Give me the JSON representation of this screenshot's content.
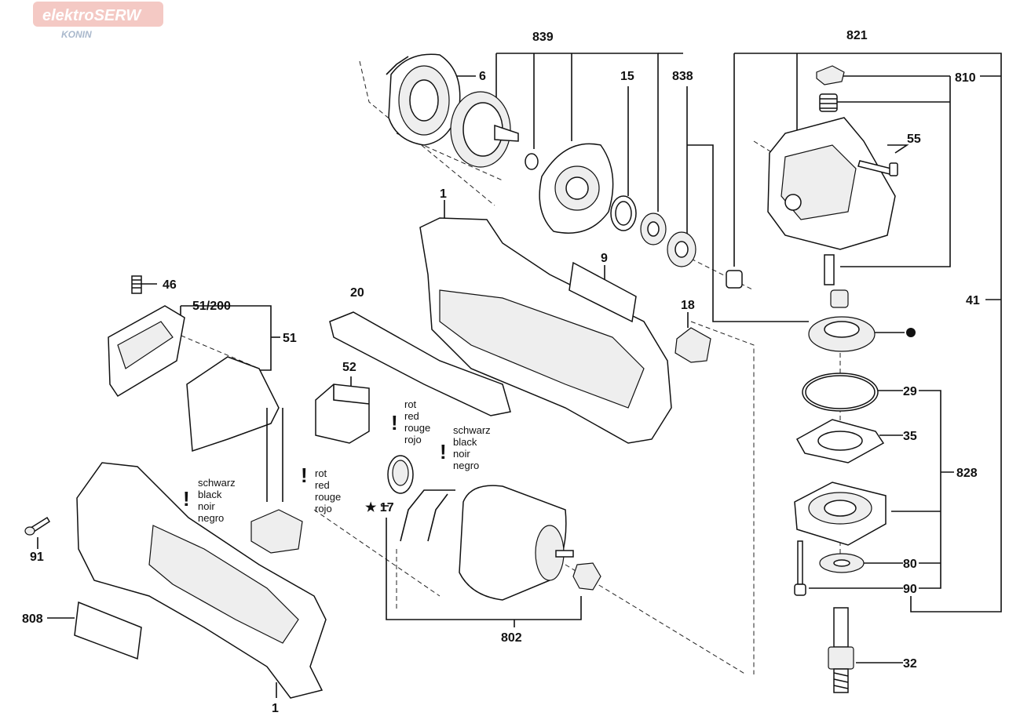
{
  "watermark": {
    "brand": "elektroSERW",
    "city": "KONIN"
  },
  "labels": {
    "l839": "839",
    "l6": "6",
    "l15": "15",
    "l838": "838",
    "l821": "821",
    "l810": "810",
    "l55": "55",
    "l1_top": "1",
    "l9": "9",
    "l20": "20",
    "l18": "18",
    "l46": "46",
    "l51_200": "51/200",
    "l51": "51",
    "l52": "52",
    "l41": "41",
    "l29": "29",
    "l35": "35",
    "l828": "828",
    "l17": "★ 17",
    "l80": "80",
    "l90": "90",
    "l91": "91",
    "l808": "808",
    "l802": "802",
    "l32": "32",
    "l1_bottom": "1"
  },
  "wire_notes": {
    "red_upper": [
      "rot",
      "red",
      "rouge",
      "rojo"
    ],
    "black_upper": [
      "schwarz",
      "black",
      "noir",
      "negro"
    ],
    "black_lower": [
      "schwarz",
      "black",
      "noir",
      "negro"
    ],
    "red_lower": [
      "rot",
      "red",
      "rouge",
      "rojo"
    ]
  },
  "warning_mark": "!"
}
